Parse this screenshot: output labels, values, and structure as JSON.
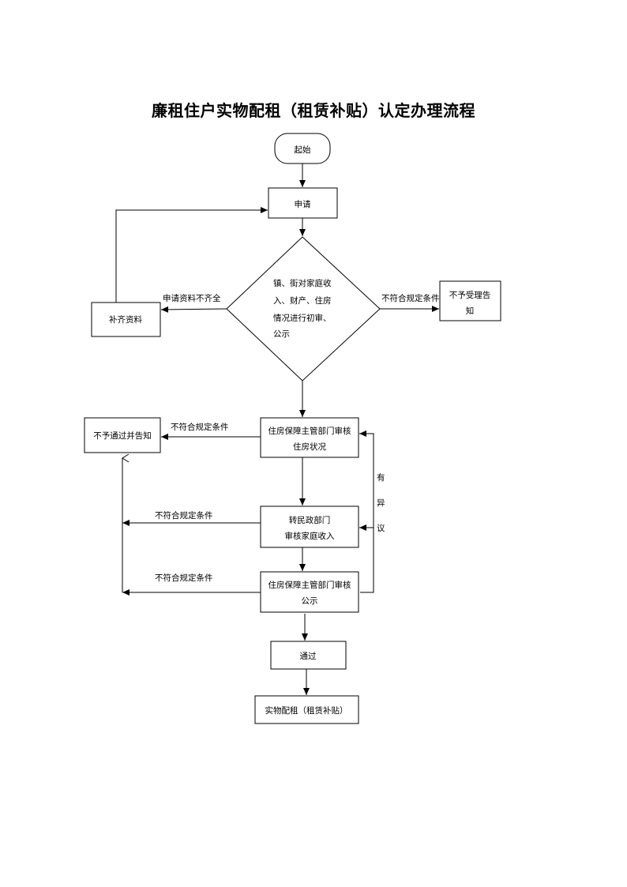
{
  "title": "廉租住户实物配租（租赁补贴）认定办理流程",
  "nodes": {
    "start": "起始",
    "apply": "申请",
    "review": [
      "镇、街对家庭收",
      "入、财产、住房",
      "情况进行初审、",
      "公示"
    ],
    "supplement": "补齐资料",
    "reject_notice": [
      "不予受理告",
      "知"
    ],
    "housing_review": [
      "住房保障主管部门审核",
      "住房状况"
    ],
    "fail_notice": "不予通过并告知",
    "civil_review": [
      "转民政部门",
      "审核家庭收入"
    ],
    "publicity": [
      "住房保障主管部门审核",
      "公示"
    ],
    "pass": "通过",
    "result": "实物配租（租赁补贴）"
  },
  "edges": {
    "incomplete": "申请资料不齐全",
    "not_qualified_1": "不符合规定条件",
    "not_qualified_2": "不符合规定条件",
    "not_qualified_3": "不符合规定条件",
    "not_qualified_4": "不符合规定条件",
    "objection": [
      "有",
      "异",
      "议"
    ]
  }
}
